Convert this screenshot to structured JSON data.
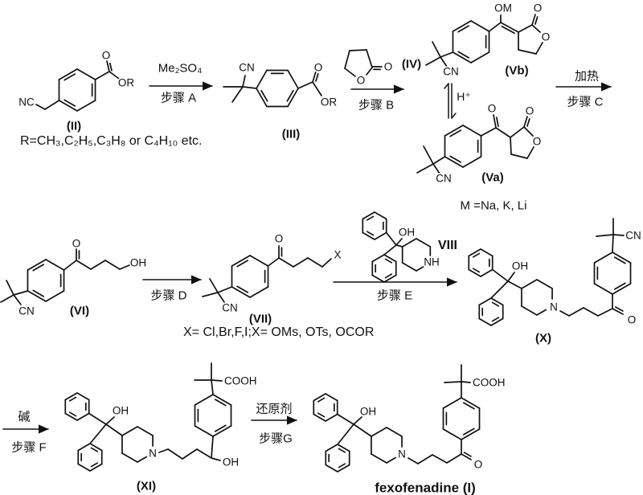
{
  "colors": {
    "ink": "#111111",
    "background": "#ffffff"
  },
  "atoms": {
    "O": "O",
    "OH": "OH",
    "OM": "OM",
    "OR": "OR",
    "CN": "CN",
    "NC": "NC",
    "N": "N",
    "NH": "NH",
    "X": "X",
    "COOH": "COOH",
    "H_plus": "H⁺"
  },
  "compounds": {
    "II": {
      "label": "(II)",
      "note": "R=CH₃,C₂H₅,C₃H₈ or C₄H₁₀ etc."
    },
    "III": {
      "label": "(III)"
    },
    "IV": {
      "label": "(IV)"
    },
    "Vb": {
      "label": "(Vb)"
    },
    "Va": {
      "label": "(Va)",
      "note": "M =Na, K, Li"
    },
    "VI": {
      "label": "(VI)"
    },
    "VII": {
      "label": "(VII)",
      "note": "X= Cl,Br,F,I;X= OMs, OTs, OCOR"
    },
    "VIII": {
      "label": "VIII"
    },
    "X": {
      "label": "(X)"
    },
    "XI": {
      "label": "(XI)"
    },
    "I": {
      "label": "fexofenadine (I)"
    }
  },
  "steps": {
    "A": {
      "reagent": "Me₂SO₄",
      "label": "步骤 A"
    },
    "B": {
      "label": "步骤 B"
    },
    "C": {
      "reagent": "加热",
      "label": "步骤 C"
    },
    "D": {
      "label": "步骤 D"
    },
    "E": {
      "label": "步骤 E"
    },
    "F": {
      "reagent": "碱",
      "label": "步骤 F"
    },
    "G": {
      "reagent": "还原剂",
      "label": "步骤G"
    }
  },
  "equilibrium": {
    "label": "H⁺"
  }
}
